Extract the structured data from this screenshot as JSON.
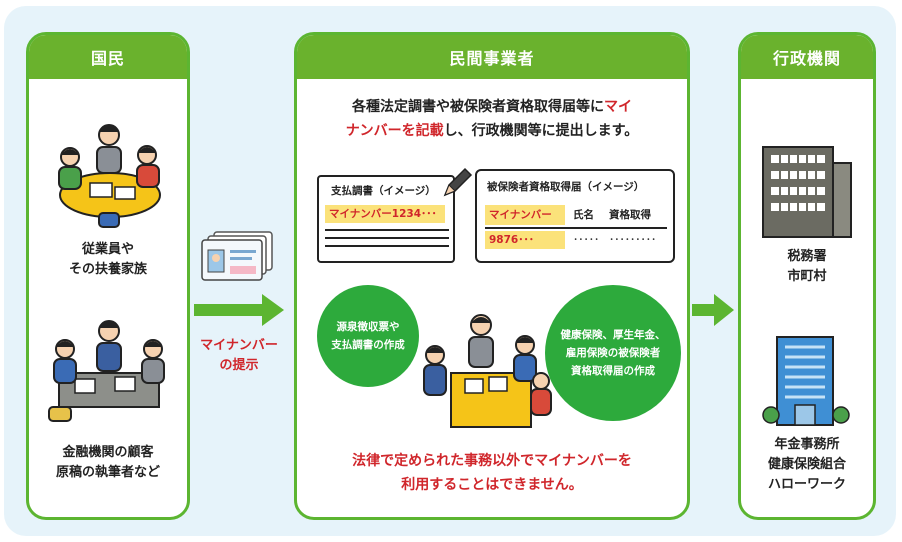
{
  "panels": {
    "citizen": {
      "title": "国民",
      "group1": [
        "従業員や",
        "その扶養家族"
      ],
      "group2": [
        "金融機関の顧客",
        "原稿の執筆者など"
      ]
    },
    "business": {
      "title": "民間事業者",
      "lead_pre1": "各種法定調書や被保険者資格取得届等に",
      "lead_red1": "マイ",
      "lead_red2": "ナンバーを記載",
      "lead_post2": "し、行政機関等に提出します。",
      "doc1_title": "支払調書（イメージ）",
      "doc1_value": "マイナンバー1234･･･",
      "doc2_title": "被保険者資格取得届（イメージ）",
      "doc2_col1": "マイナンバー",
      "doc2_col2": "氏名",
      "doc2_col3": "資格取得",
      "doc2_value": "9876･･･",
      "doc2_dots1": "･････",
      "doc2_dots2": "･････････",
      "bubble_left": [
        "源泉徴収票や",
        "支払調書の作成"
      ],
      "bubble_right": [
        "健康保険、厚生年金、",
        "雇用保険の被保険者",
        "資格取得届の作成"
      ],
      "warning": [
        "法律で定められた事務以外でマイナンバーを",
        "利用することはできません。"
      ]
    },
    "government": {
      "title": "行政機関",
      "group1": [
        "税務署",
        "市町村"
      ],
      "group2": [
        "年金事務所",
        "健康保険組合",
        "ハローワーク"
      ]
    }
  },
  "arrow_label": [
    "マイナンバー",
    "の提示"
  ],
  "colors": {
    "green": "#6ab22d",
    "red": "#d0262b",
    "bg": "#e6f3fa",
    "bubble": "#2daa3c",
    "highlight": "#fbe27a"
  }
}
